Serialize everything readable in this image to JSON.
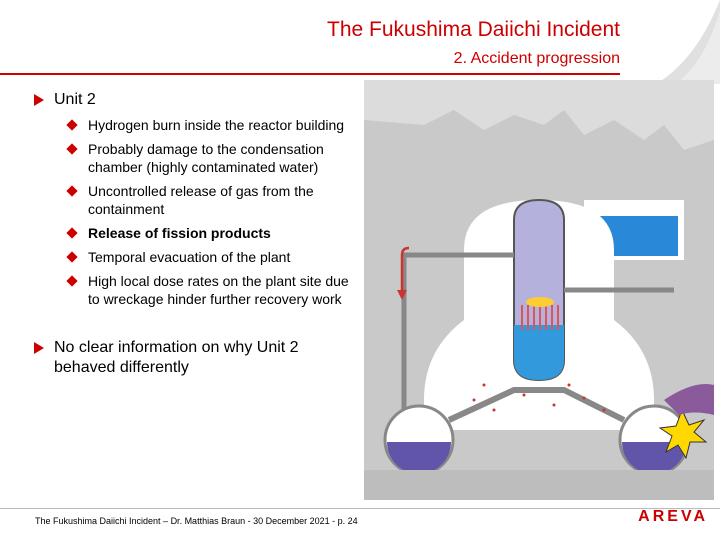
{
  "header": {
    "title": "The Fukushima Daiichi Incident",
    "subtitle": "2. Accident progression"
  },
  "content": {
    "section1": {
      "heading": "Unit 2",
      "items": [
        "Hydrogen burn inside the reactor building",
        "Probably damage to the condensation chamber (highly contaminated water)",
        "Uncontrolled release of gas from the containment",
        "Release of fission products",
        "Temporal evacuation of the plant",
        "High local dose rates on the plant site due to wreckage hinder further recovery work"
      ]
    },
    "section2": {
      "heading": "No clear information on why Unit 2 behaved differently"
    }
  },
  "footer": {
    "text": "The Fukushima Daiichi Incident – Dr. Matthias Braun - 30 December 2021 - p. 24",
    "logo": "AREVA"
  },
  "colors": {
    "accent": "#cc0000",
    "building": "#cfcfcf",
    "vessel": "#b4b2dc",
    "water": "#3399dd",
    "torus": "#6055a8",
    "pool": "#2a88d8"
  }
}
